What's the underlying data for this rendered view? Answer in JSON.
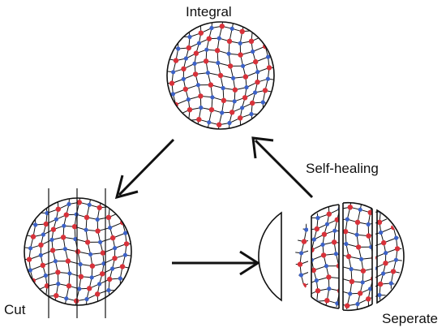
{
  "labels": {
    "integral": "Integral",
    "cut": "Cut",
    "separate": "Seperate",
    "self_healing": "Self-healing"
  },
  "colors": {
    "node_red": "#d8323a",
    "node_blue": "#3c62c8",
    "line": "#111111",
    "background": "#ffffff"
  },
  "states": [
    {
      "name": "integral",
      "label_key": "integral"
    },
    {
      "name": "cut",
      "label_key": "cut"
    },
    {
      "name": "separate",
      "label_key": "separate"
    }
  ],
  "arrows": [
    "integral-to-cut",
    "cut-to-separate",
    "separate-to-integral"
  ]
}
